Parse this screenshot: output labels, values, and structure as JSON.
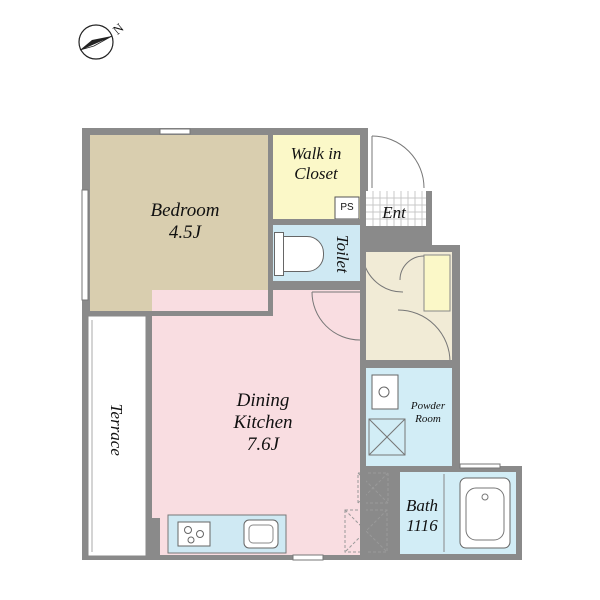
{
  "compass": {
    "north_label": "N",
    "icon": "north-arrow-icon"
  },
  "rooms": {
    "bedroom": {
      "name": "Bedroom",
      "size": "4.5J",
      "color": "#d9ceaf"
    },
    "walk_in_closet": {
      "line1": "Walk in",
      "line2": "Closet",
      "color": "#fbf8c8"
    },
    "ps": {
      "label": "PS"
    },
    "entrance": {
      "label": "Ent"
    },
    "toilet": {
      "label": "Toilet",
      "color": "#cfe9f3"
    },
    "dining_kitchen": {
      "line1": "Dining",
      "line2": "Kitchen",
      "size": "7.6J",
      "color": "#f9dde1"
    },
    "hall": {
      "color": "#f1ebd6"
    },
    "powder_room": {
      "line1": "Powder",
      "line2": "Room",
      "color": "#d2edf6"
    },
    "bath": {
      "name": "Bath",
      "size": "1116",
      "color": "#d2edf6"
    },
    "terrace": {
      "label": "Terrace"
    }
  },
  "colors": {
    "wall": "#8a8a8a",
    "outline": "#555555"
  }
}
